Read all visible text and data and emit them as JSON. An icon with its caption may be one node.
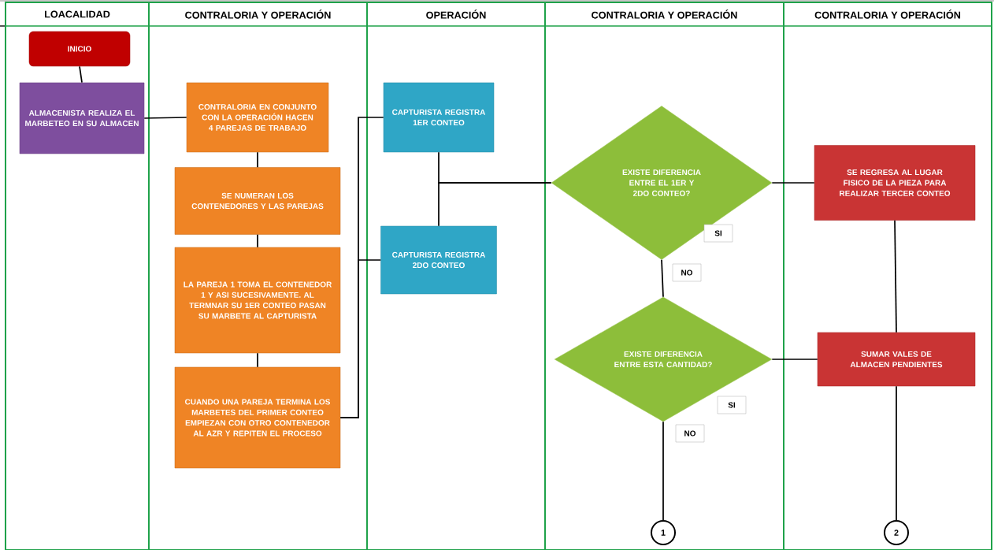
{
  "diagram": {
    "nodes": [
      {
        "text": [
          "LOACALIDAD"
        ]
      },
      {
        "text": [
          "CONTRALORIA Y OPERACIÓN"
        ]
      },
      {
        "text": [
          "OPERACIÓN"
        ]
      },
      {
        "text": [
          "CONTRALORIA Y OPERACIÓN"
        ]
      },
      {
        "text": [
          "CONTRALORIA Y OPERACIÓN"
        ]
      },
      {
        "text": [
          "INICIO"
        ],
        "in": 0
      },
      {
        "text": [
          "ALMACENISTA REALIZA EL MARBETEO EN SU ALMACEN"
        ],
        "in": 0
      },
      {
        "text": [
          "CONTRALORIA EN CONJUNTO CON LA OPERACIÓN HACEN 4 PAREJAS DE TRABAJO"
        ],
        "in": 1
      },
      {
        "text": [
          "SE NUMERAN LOS CONTENEDORES Y LAS PAREJAS"
        ],
        "in": 1
      },
      {
        "text": [
          "LA PAREJA 1 TOMA EL CONTENEDOR 1 Y ASI SUCESIVAMENTE. AL TERMNAR SU 1ER CONTEO PASAN SU MARBETE AL CAPTURISTA"
        ],
        "in": 1
      },
      {
        "text": [
          "CUANDO UNA PAREJA TERMINA LOS MARBETES DEL PRIMER CONTEO EMPIEZAN CON OTRO CONTENEDOR AL AZR Y REPITEN EL PROCESO"
        ],
        "in": 1
      },
      {
        "text": [
          "CAPTURISTA REGISTRA 1ER CONTEO"
        ],
        "in": 2
      },
      {
        "text": [
          "CAPTURISTA REGISTRA 2DO CONTEO"
        ],
        "in": 2
      },
      {
        "text": [
          "EXISTE DIFERENCIA ENTRE EL 1ER Y 2DO CONTEO?"
        ],
        "in": 3
      },
      {
        "text": [
          "SE REGRESA AL LUGAR FISICO DE LA PIEZA PARA REALIZAR TERCER CONTEO"
        ],
        "in": 4
      },
      {
        "text": [
          "EXISTE DIFERENCIA ENTRE ESTA CANTIDAD?"
        ],
        "in": 3
      },
      {
        "text": [
          "SUMAR VALES DE ALMACEN PENDIENTES"
        ],
        "in": 4
      },
      {
        "text": [
          "1"
        ],
        "in": 3
      },
      {
        "text": [
          "2"
        ],
        "in": 4
      }
    ],
    "edges": [
      {
        "from": 5,
        "to": 6,
        "arrow": "none"
      },
      {
        "from": 6,
        "to": 7,
        "arrow": "none"
      },
      {
        "from": 7,
        "to": 8,
        "arrow": "none"
      },
      {
        "from": 8,
        "to": 9,
        "arrow": "none"
      },
      {
        "from": 9,
        "to": 10,
        "arrow": "none"
      },
      {
        "from": 10,
        "to": 11,
        "arrow": "none"
      },
      {
        "from": 10,
        "to": 12,
        "arrow": "none"
      },
      {
        "from": 11,
        "to": 13,
        "arrow": "none"
      },
      {
        "from": 12,
        "to": 13,
        "arrow": "none"
      },
      {
        "from": 13,
        "to": 14,
        "arrow": "none"
      },
      {
        "from": 13,
        "to": 15,
        "arrow": "none"
      },
      {
        "from": 14,
        "to": 16,
        "arrow": "none"
      },
      {
        "from": 15,
        "to": 16,
        "arrow": "none"
      },
      {
        "from": 15,
        "to": 17,
        "arrow": "none"
      },
      {
        "from": 16,
        "to": 18,
        "arrow": "none"
      }
    ],
    "labels": [
      "SI",
      "NO",
      "SI",
      "NO"
    ]
  }
}
